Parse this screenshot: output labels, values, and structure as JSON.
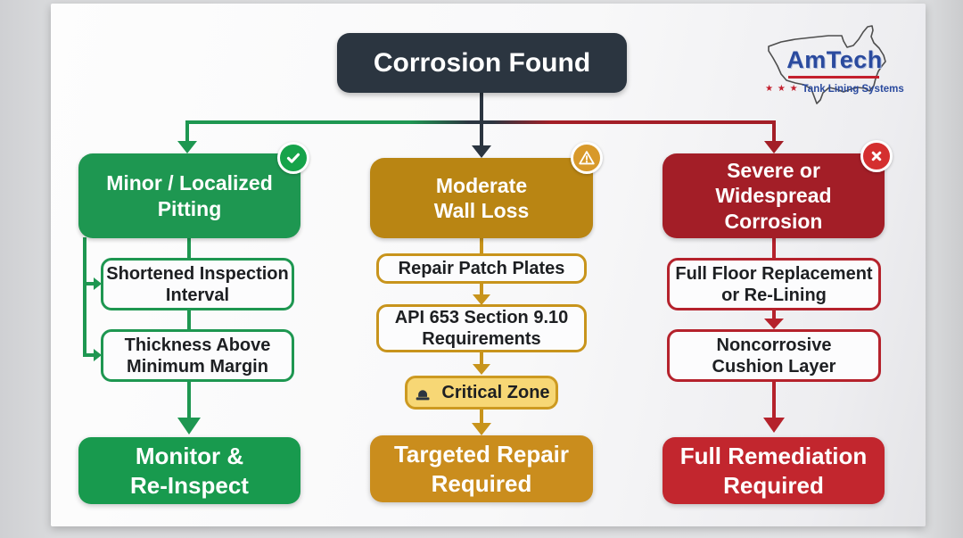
{
  "root": {
    "label": "Corrosion Found"
  },
  "logo": {
    "brand": "AmTech",
    "stars": "★ ★ ★",
    "tagline": "Tank Lining Systems"
  },
  "branches": [
    {
      "header": {
        "label": "Minor / Localized\nPitting",
        "badge": "check-circle"
      },
      "steps": [
        {
          "label": "Shortened Inspection\nInterval"
        },
        {
          "label": "Thickness Above\nMinimum Margin"
        }
      ],
      "result": {
        "label": "Monitor &\nRe-Inspect"
      }
    },
    {
      "header": {
        "label": "Moderate\nWall Loss",
        "badge": "warning-triangle"
      },
      "steps": [
        {
          "label": "Repair Patch Plates"
        },
        {
          "label": "API 653 Section 9.10\nRequirements"
        },
        {
          "label": "Critical Zone",
          "icon": "alarm-bell"
        }
      ],
      "result": {
        "label": "Targeted Repair\nRequired"
      }
    },
    {
      "header": {
        "label": "Severe or\nWidespread\nCorrosion",
        "badge": "x-circle"
      },
      "steps": [
        {
          "label": "Full Floor Replacement\nor Re-Lining"
        },
        {
          "label": "Noncorrosive\nCushion Layer"
        }
      ],
      "result": {
        "label": "Full Remediation\nRequired"
      }
    }
  ],
  "colors": {
    "slate": "#2b3540",
    "green": "#1e9751",
    "green_badge": "#16a34a",
    "gold": "#b98513",
    "gold_bright": "#ca8d1d",
    "gold_light": "#f7d775",
    "gold_border": "#cd9a21",
    "gold_badge": "#d8992a",
    "red_dark": "#a31e27",
    "red_bright": "#c2262e",
    "red_badge": "#d42f2f"
  }
}
